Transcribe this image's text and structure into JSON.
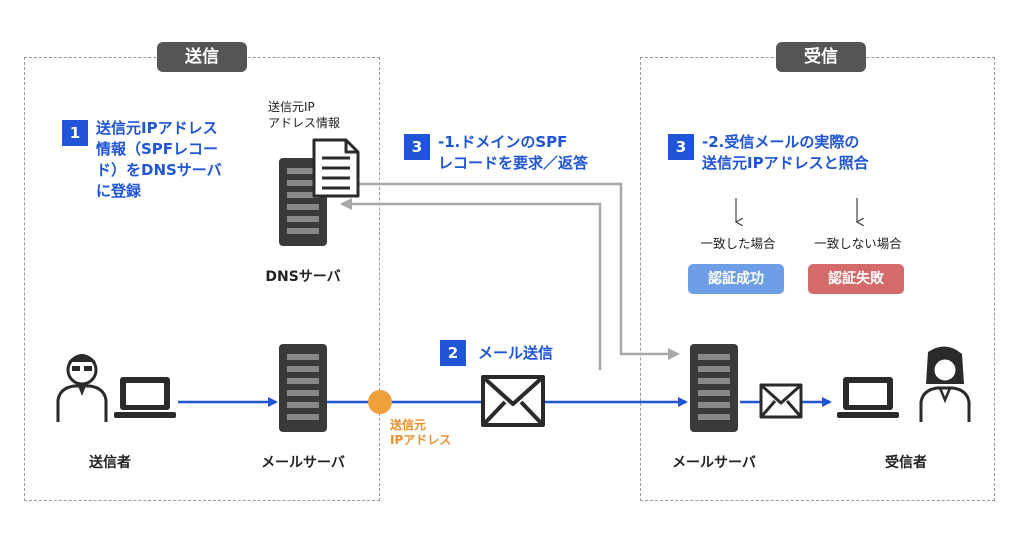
{
  "sender_zone": {
    "label": "送信"
  },
  "receiver_zone": {
    "label": "受信"
  },
  "step1": {
    "number": "1",
    "text": "送信元IPアドレス\n情報（SPFレコー\nド）をDNSサーバ\nに登録"
  },
  "dns": {
    "doc_label": "送信元IP\nアドレス情報",
    "label": "DNSサーバ"
  },
  "step3_1": {
    "number": "3",
    "text": "-1.ドメインのSPF\nレコードを要求／返答"
  },
  "step3_2": {
    "number": "3",
    "text": "-2.受信メールの実際の\n送信元IPアドレスと照合"
  },
  "match": {
    "condition": "一致した場合",
    "result": "認証成功",
    "color": "#6d9ee6"
  },
  "mismatch": {
    "condition": "一致しない場合",
    "result": "認証失敗",
    "color": "#d46a6a"
  },
  "step2": {
    "number": "2",
    "text": "メール送信"
  },
  "sender_ip": {
    "text": "送信元\nIPアドレス",
    "color": "#e8912d"
  },
  "sender": {
    "label": "送信者"
  },
  "sender_mail_server": {
    "label": "メールサーバ"
  },
  "receiver_mail_server": {
    "label": "メールサーバ"
  },
  "receiver": {
    "label": "受信者"
  },
  "colors": {
    "accent": "#1f55d6",
    "zone_label": "#555555",
    "gray_arrow": "#a8a8a8"
  }
}
